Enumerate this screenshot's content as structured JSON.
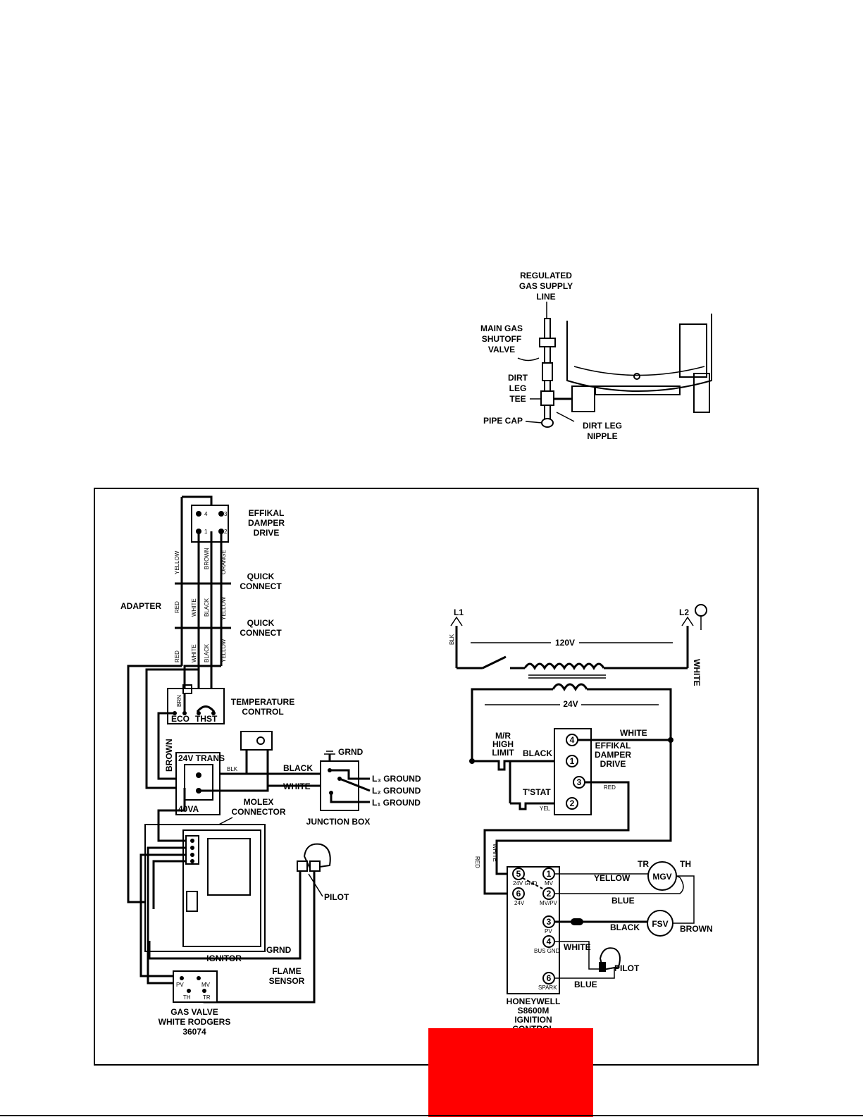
{
  "gas_illustration": {
    "regulated_line": [
      "REGULATED",
      "GAS SUPPLY",
      "LINE"
    ],
    "shutoff_valve": [
      "MAIN GAS",
      "SHUTOFF",
      "VALVE"
    ],
    "dirt_leg_tee": [
      "DIRT",
      "LEG",
      "TEE"
    ],
    "pipe_cap": "PIPE CAP",
    "dirt_leg_nipple": [
      "DIRT LEG",
      "NIPPLE"
    ]
  },
  "left_wiring": {
    "damper_title": [
      "EFFIKAL",
      "DAMPER",
      "DRIVE"
    ],
    "quick_connect_1": [
      "QUICK",
      "CONNECT"
    ],
    "quick_connect_2": [
      "QUICK",
      "CONNECT"
    ],
    "adapter": "ADAPTER",
    "temp_control": [
      "TEMPERATURE",
      "CONTROL"
    ],
    "eco": "ECO",
    "thst": "THST",
    "brn": "BRN",
    "trans": "24V TRANS",
    "va": "40VA",
    "blk": "BLK",
    "black": "BLACK",
    "white": "WHITE",
    "grnd": "GRND",
    "l3": "L₃ GROUND",
    "l2": "L₂ GROUND",
    "l1": "L₁ GROUND",
    "junction_box": "JUNCTION BOX",
    "molex": [
      "MOLEX",
      "CONNECTOR"
    ],
    "pilot": "PILOT",
    "ignitor": "IGNITOR",
    "grnd2": "GRND",
    "flame_sensor": [
      "FLAME",
      "SENSOR"
    ],
    "gas_valve": [
      "GAS VALVE",
      "WHITE RODGERS",
      "36074"
    ],
    "pv": "PV",
    "mv": "MV",
    "th": "TH",
    "tr": "TR",
    "wire_yellow": "YELLOW",
    "wire_brown": "BROWN",
    "wire_orange": "ORANGE",
    "wire_red": "RED",
    "wire_white": "WHITE",
    "wire_black": "BLACK",
    "wire_brown_v": "BROWN",
    "term_4": "4",
    "term_3": "3",
    "term_1": "1",
    "term_2": "2"
  },
  "right_wiring": {
    "l1": "L1",
    "l2": "L2",
    "blk": "BLK",
    "white_v": "WHITE",
    "v120": "120V",
    "v24": "24V",
    "mr_limit": [
      "M/R",
      "HIGH",
      "LIMIT"
    ],
    "black": "BLACK",
    "white": "WHITE",
    "damper": [
      "EFFIKAL",
      "DAMPER",
      "DRIVE"
    ],
    "red": "RED",
    "tstat": "T'STAT",
    "yel": "YEL",
    "red_v": "RED",
    "white_v2": "WHITE",
    "yellow": "YELLOW",
    "blue": "BLUE",
    "black2": "BLACK",
    "brown": "BROWN",
    "white2": "WHITE",
    "blue2": "BLUE",
    "pilot": "PILOT",
    "tr": "TR",
    "th": "TH",
    "mgv": "MGV",
    "fsv": "FSV",
    "ctrl": [
      "HONEYWELL",
      "S8600M",
      "IGNITION",
      "CONTROL"
    ],
    "t1": "1",
    "t2": "2",
    "t3": "3",
    "t4": "4",
    "t5": "5",
    "t6": "6",
    "t7": "6",
    "d1": "4",
    "d2": "1",
    "d3": "3",
    "d4": "2",
    "s5": "24V GND",
    "s6": "24V",
    "s1": "MV",
    "s2": "MV/PV",
    "s3": "PV",
    "s4": "BUS GND",
    "s7": "SPARK"
  },
  "colors": {
    "accent_block": "#ff0000"
  }
}
